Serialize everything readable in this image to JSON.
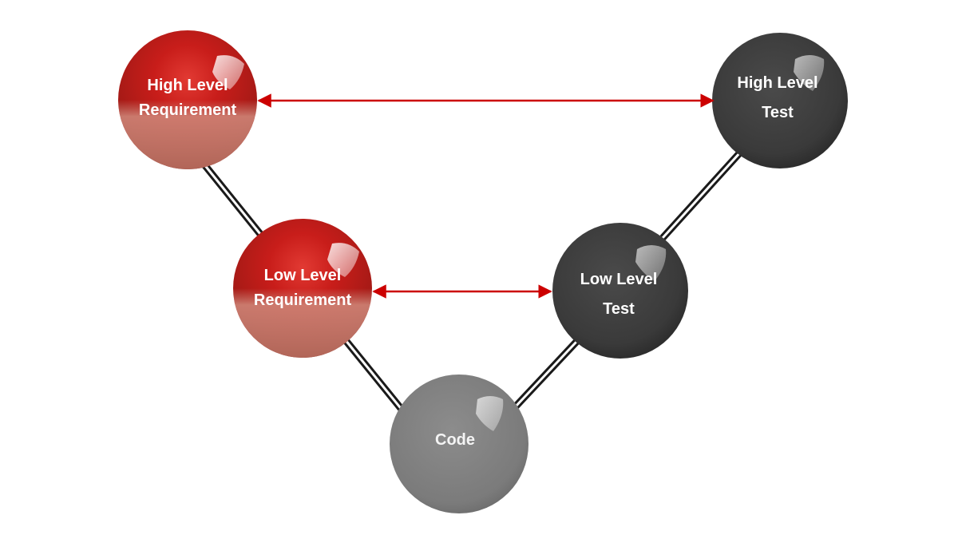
{
  "diagram": {
    "nodes": {
      "high_level_requirement": {
        "line1": "High Level",
        "line2": "Requirement",
        "color": "#c0201c"
      },
      "low_level_requirement": {
        "line1": "Low Level",
        "line2": "Requirement",
        "color": "#c0201c"
      },
      "code": {
        "line1": "Code",
        "color": "#7c7c7c"
      },
      "low_level_test": {
        "line1": "Low Level",
        "line2": "Test",
        "color": "#3c3c3c"
      },
      "high_level_test": {
        "line1": "High Level",
        "line2": "Test",
        "color": "#3c3c3c"
      }
    },
    "arrow_color": "#cc0000"
  }
}
